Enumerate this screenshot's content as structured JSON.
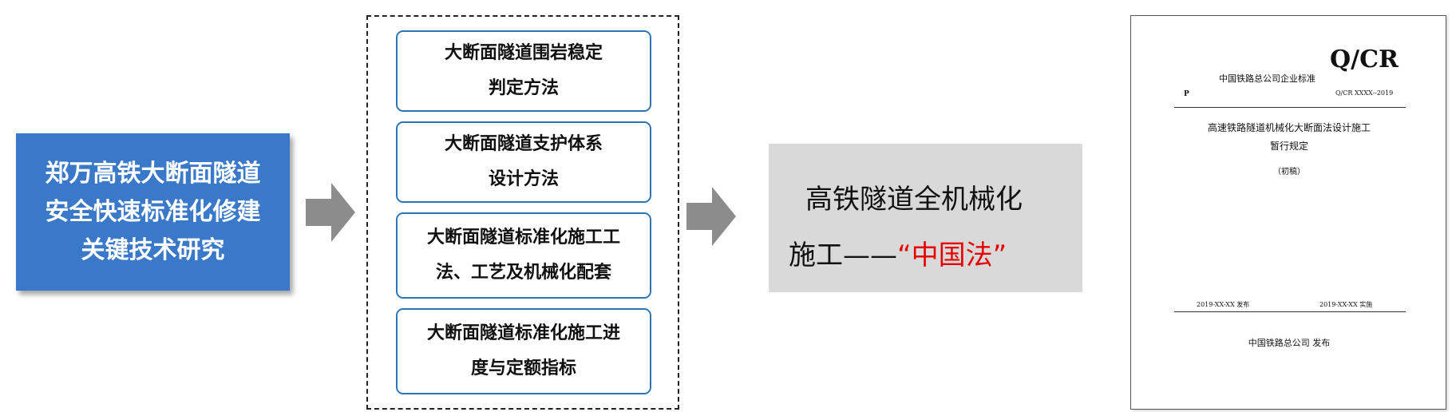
{
  "topic": {
    "lines": [
      "郑万高铁大断面隧道",
      "安全快速标准化修建",
      "关键技术研究"
    ],
    "color": "#3A78C9"
  },
  "methods": [
    {
      "lines": [
        "大断面隧道围岩稳定",
        "判定方法"
      ]
    },
    {
      "lines": [
        "大断面隧道支护体系",
        "设计方法"
      ]
    },
    {
      "lines": [
        "大断面隧道标准化施工工",
        "法、工艺及机械化配套"
      ]
    },
    {
      "lines": [
        "大断面隧道标准化施工进",
        "度与定额指标"
      ]
    }
  ],
  "result": {
    "line1": "高铁隧道全机械化",
    "line2_prefix": "施工——",
    "line2_highlight": "“中国法”",
    "highlight_color": "#E60000",
    "box_color": "#D9D9D9"
  },
  "document": {
    "logo": "Q/CR",
    "org_standard": "中国铁路总公司企业标准",
    "p_mark": "P",
    "code": "Q/CR   XXXX--2019",
    "title_line1": "高速铁路隧道机械化大断面法设计施工",
    "title_line2": "暂行规定",
    "draft": "（初稿）",
    "issue_date": "2019-XX-XX   发布",
    "effective_date": "2019-XX-XX   实施",
    "issuer": "中国铁路总公司   发布"
  },
  "colors": {
    "arrow": "#8C8C8C",
    "item_border": "#2E75B6"
  }
}
